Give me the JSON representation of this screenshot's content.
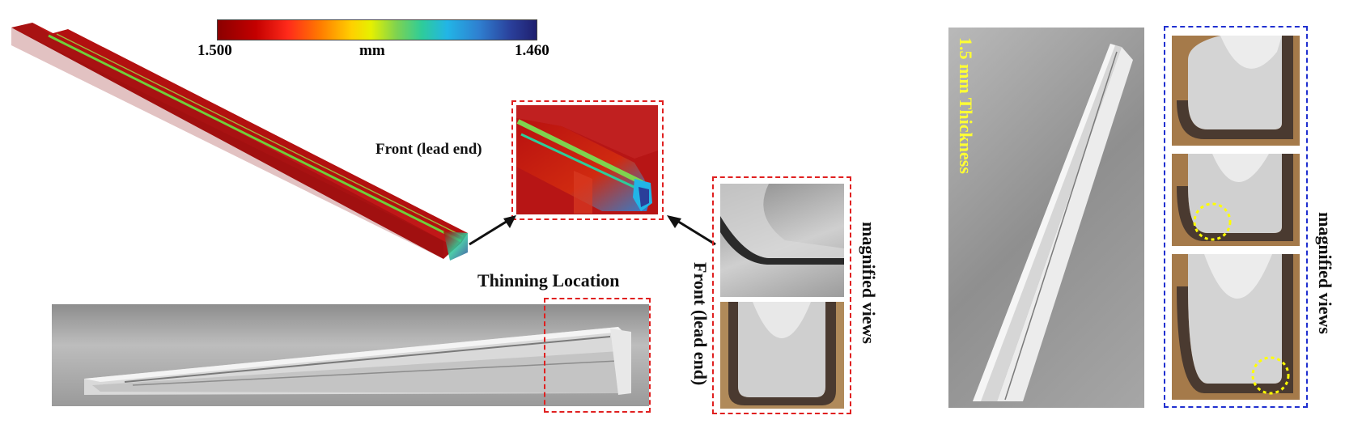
{
  "colorbar": {
    "min_label": "1.500",
    "unit_label": "mm",
    "max_label": "1.460",
    "colors": [
      "#8b0000",
      "#ff2a1a",
      "#ff7a00",
      "#ffd000",
      "#7fd34f",
      "#22b5e6",
      "#2a3f9a",
      "#1f1f6e"
    ]
  },
  "labels": {
    "front_lead_end_top": "Front (lead end)",
    "thinning_location": "Thinning Location",
    "front_lead_end_vertical": "Front (lead end)",
    "magnified_views_left": "magnified views",
    "thickness_label": "1.5 mm Thickness",
    "magnified_views_right": "magnified views"
  },
  "colors": {
    "red_box": "#e02020",
    "blue_box": "#2030d0",
    "thickness_text": "#ffff33",
    "marker_circle": "#ffff00"
  }
}
